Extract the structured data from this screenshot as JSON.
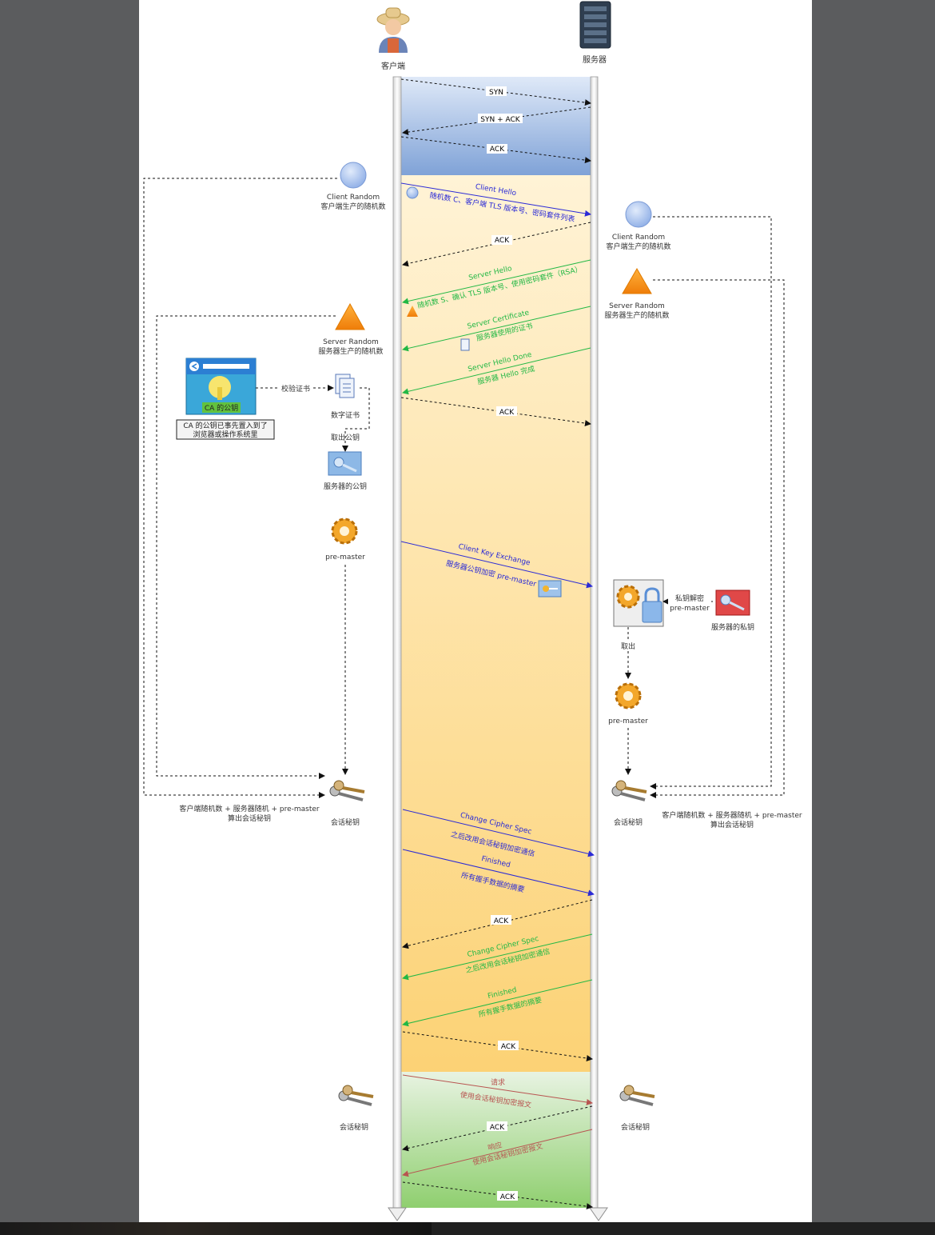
{
  "actors": {
    "client": "客户端",
    "server": "服务器"
  },
  "tcp": {
    "syn": "SYN",
    "syn_ack": "SYN + ACK",
    "ack": "ACK"
  },
  "handshake": {
    "client_hello": "Client Hello",
    "client_hello_desc": "随机数 C、客户端 TLS 版本号、密码套件列表",
    "ack": "ACK",
    "server_hello": "Server Hello",
    "server_hello_desc": "随机数 S、确认 TLS 版本号、使用密码套件（RSA）",
    "server_certificate": "Server Certificate",
    "server_certificate_desc": "服务器使用的证书",
    "server_hello_done": "Server Hello Done",
    "server_hello_done_desc": "服务器 Hello 完成",
    "client_key_exchange": "Client Key Exchange",
    "client_key_exchange_desc": "服务器公钥加密 pre-master",
    "change_cipher_spec": "Change Cipher Spec",
    "change_cipher_spec_desc": "之后改用会话秘钥加密通信",
    "finished": "Finished",
    "finished_desc": "所有握手数据的摘要"
  },
  "left": {
    "client_random": "Client Random",
    "client_random_desc": "客户端生产的随机数",
    "server_random": "Server Random",
    "server_random_desc": "服务器生产的随机数",
    "ca_key": "CA 的公钥",
    "ca_note_1": "CA 的公钥已事先置入到了",
    "ca_note_2": "浏览器或操作系统里",
    "verify_cert": "校验证书",
    "digital_cert": "数字证书",
    "extract_pubkey": "取出公钥",
    "server_pubkey": "服务器的公钥",
    "pre_master": "pre-master",
    "formula_1": "客户端随机数 + 服务器随机 + pre-master",
    "formula_2": "算出会话秘钥",
    "session_key": "会话秘钥"
  },
  "right": {
    "client_random": "Client Random",
    "client_random_desc": "客户端生产的随机数",
    "server_random": "Server Random",
    "server_random_desc": "服务器生产的随机数",
    "decrypt_1": "私钥解密",
    "decrypt_2": "pre-master",
    "server_privkey": "服务器的私钥",
    "extract": "取出",
    "pre_master": "pre-master",
    "formula_1": "客户端随机数 + 服务器随机 + pre-master",
    "formula_2": "算出会话秘钥",
    "session_key": "会话秘钥"
  },
  "data_exchange": {
    "request": "请求",
    "request_desc": "使用会话秘钥加密报文",
    "ack": "ACK",
    "response": "响应",
    "response_desc": "使用会话秘钥加密报文",
    "session_key_left": "会话秘钥",
    "session_key_right": "会话秘钥"
  },
  "colors": {
    "client_msg": "#2b2bd6",
    "server_msg": "#22b845",
    "data_msg": "#b85450",
    "tcp_band": "#9fbbe4",
    "tls_band_top": "#fff1cc",
    "tls_band_bottom": "#fcd77a",
    "data_band": "#9fd38a"
  }
}
